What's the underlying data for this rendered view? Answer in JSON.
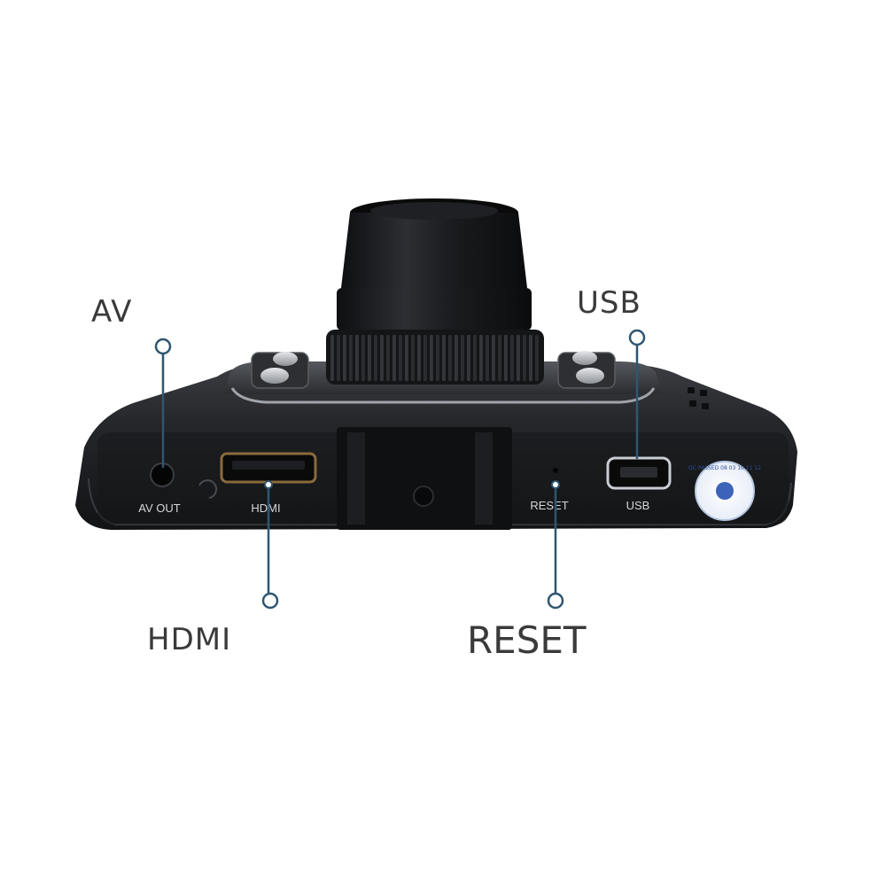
{
  "callouts": {
    "av": "AV",
    "usb": "USB",
    "hdmi": "HDMI",
    "reset": "RESET"
  },
  "port_labels": {
    "av_out": "AV OUT",
    "hdmi": "HDMI",
    "reset": "RESET",
    "usb": "USB"
  },
  "sticker": {
    "text": "QC PASSED 08 03 10 11 12"
  },
  "colors": {
    "background": "#ffffff",
    "body": "#1c1d20",
    "callout_line": "#2f5670",
    "label_text": "#3a3a3a"
  }
}
